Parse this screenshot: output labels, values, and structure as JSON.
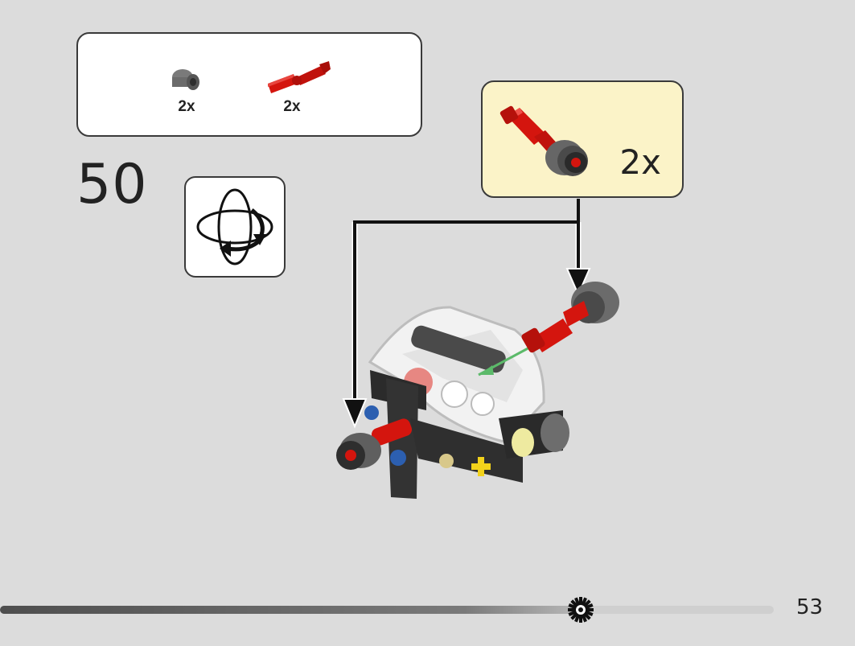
{
  "step": {
    "number": "50"
  },
  "parts_list": [
    {
      "icon": "gray-bush-icon",
      "qty": "2x"
    },
    {
      "icon": "red-axle-connector-icon",
      "qty": "2x"
    }
  ],
  "submodel": {
    "qty": "2x"
  },
  "rotate_icon": "rotate-model-icon",
  "progress": {
    "fraction": 0.75
  },
  "page": {
    "number": "53"
  },
  "colors": {
    "red_part": "#d4150e",
    "gray_part": "#6b6b6b",
    "sub_box_bg": "#fbf3c8",
    "background": "#dcdcdc"
  }
}
